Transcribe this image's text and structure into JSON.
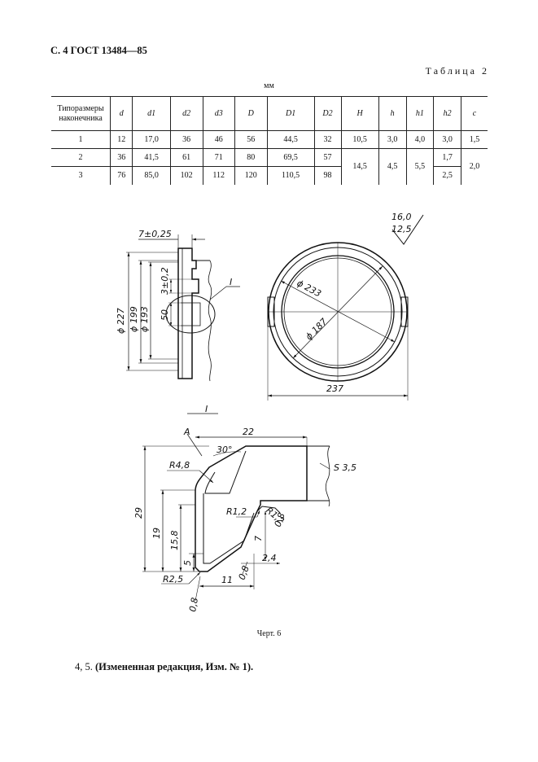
{
  "header": {
    "text": "С. 4 ГОСТ 13484—85"
  },
  "table_caption": "Таблица 2",
  "units": "мм",
  "table": {
    "headers": [
      "Типоразмеры наконечника",
      "d",
      "d1",
      "d2",
      "d3",
      "D",
      "D1",
      "D2",
      "H",
      "h",
      "h1",
      "h2",
      "c"
    ],
    "rows": [
      [
        "1",
        "12",
        "17,0",
        "36",
        "46",
        "56",
        "44,5",
        "32",
        "10,5",
        "3,0",
        "4,0",
        "3,0",
        "1,5"
      ],
      [
        "2",
        "36",
        "41,5",
        "61",
        "71",
        "80",
        "69,5",
        "57",
        "14,5",
        "4,5",
        "5,5",
        "1,7",
        "2,0"
      ],
      [
        "3",
        "76",
        "85,0",
        "102",
        "112",
        "120",
        "110,5",
        "98",
        "",
        "",
        "",
        "2,5",
        ""
      ]
    ]
  },
  "drawing": {
    "roughness_upper": "16,0",
    "roughness_lower": "12,5",
    "dim_width": "7±0,25",
    "dim_227": "ϕ 227",
    "dim_199": "ϕ 199",
    "dim_193": "ϕ 193",
    "dim_3_02": "3±0,2",
    "dim_50": "50",
    "detail_callout": "I",
    "dim_233": "ϕ 233",
    "dim_187": "ϕ 187",
    "dim_237": "237",
    "detail_title": "I",
    "label_A": "A",
    "dim_22": "22",
    "angle_30": "30°",
    "radius_48": "R4,8",
    "thickness_s35": "S 3,5",
    "dim_29": "29",
    "dim_19": "19",
    "dim_158": "15,8",
    "dim_5": "5",
    "radius_12a": "R1,2",
    "radius_12b": "R1,2",
    "dim_08a": "0,8",
    "dim_7": "7",
    "dim_24": "2,4",
    "dim_08b": "0,8",
    "radius_25": "R2,5",
    "dim_11": "11",
    "dim_08c": "0,8"
  },
  "figure_caption": "Черт. 6",
  "footnote": {
    "prefix": "4, 5. ",
    "bold_text": "(Измененная редакция, Изм. № 1)."
  }
}
